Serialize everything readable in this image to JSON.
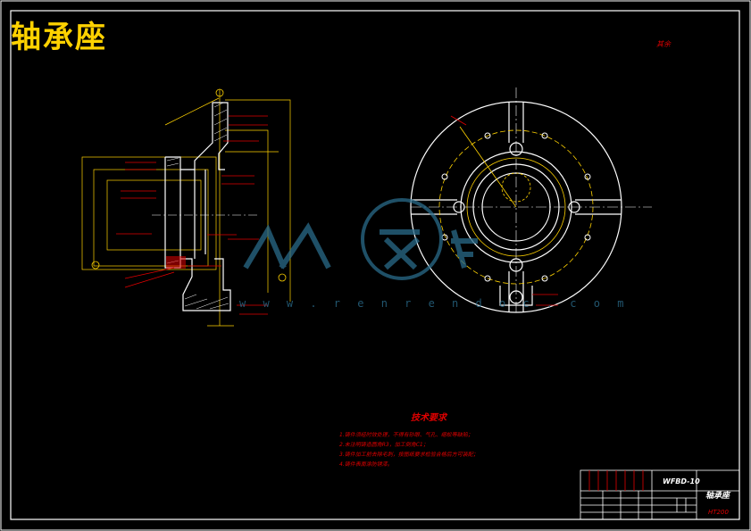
{
  "title": "轴承座",
  "scale_note": "其余",
  "technical_requirements": {
    "heading": "技术要求",
    "items": [
      "1.铸件须经时效处理，不得有砂眼、气孔、缩松等缺陷；",
      "2.未注明铸造圆角R3，加工倒角C1；",
      "3.铸件加工前去除毛刺，按图纸要求检验合格后方可装配；",
      "4.铸件表面涂防锈漆。"
    ]
  },
  "title_block": {
    "drawing_no": "WFBD-10",
    "part_name": "轴承座",
    "material": "HT200"
  },
  "watermark": {
    "logo_text": "人人文库",
    "url": "w w w . r e n r e n d o c . c o m"
  },
  "colors": {
    "background": "#000000",
    "outline": "#ffffff",
    "annotation": "#e00000",
    "dimension": "#ffd200",
    "watermark": "#2a6b8a"
  }
}
